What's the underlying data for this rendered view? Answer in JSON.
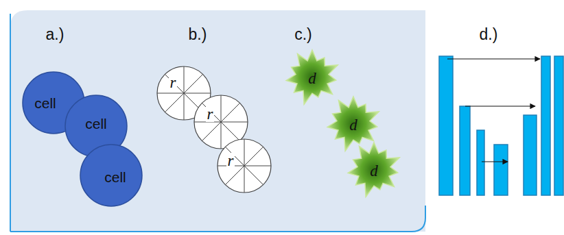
{
  "diagram": {
    "nodes": [
      {
        "text": [
          "cell"
        ]
      },
      {
        "text": [
          "cell"
        ]
      },
      {
        "text": [
          "cell"
        ]
      },
      {
        "text": [
          "r"
        ]
      },
      {
        "text": [
          "r"
        ]
      },
      {
        "text": [
          "r"
        ]
      },
      {
        "text": [
          "d"
        ]
      },
      {
        "text": [
          "d"
        ]
      },
      {
        "text": [
          "d"
        ]
      }
    ],
    "edges": [],
    "labels": [
      "a.)",
      "b.)",
      "c.)",
      "d.)"
    ]
  }
}
